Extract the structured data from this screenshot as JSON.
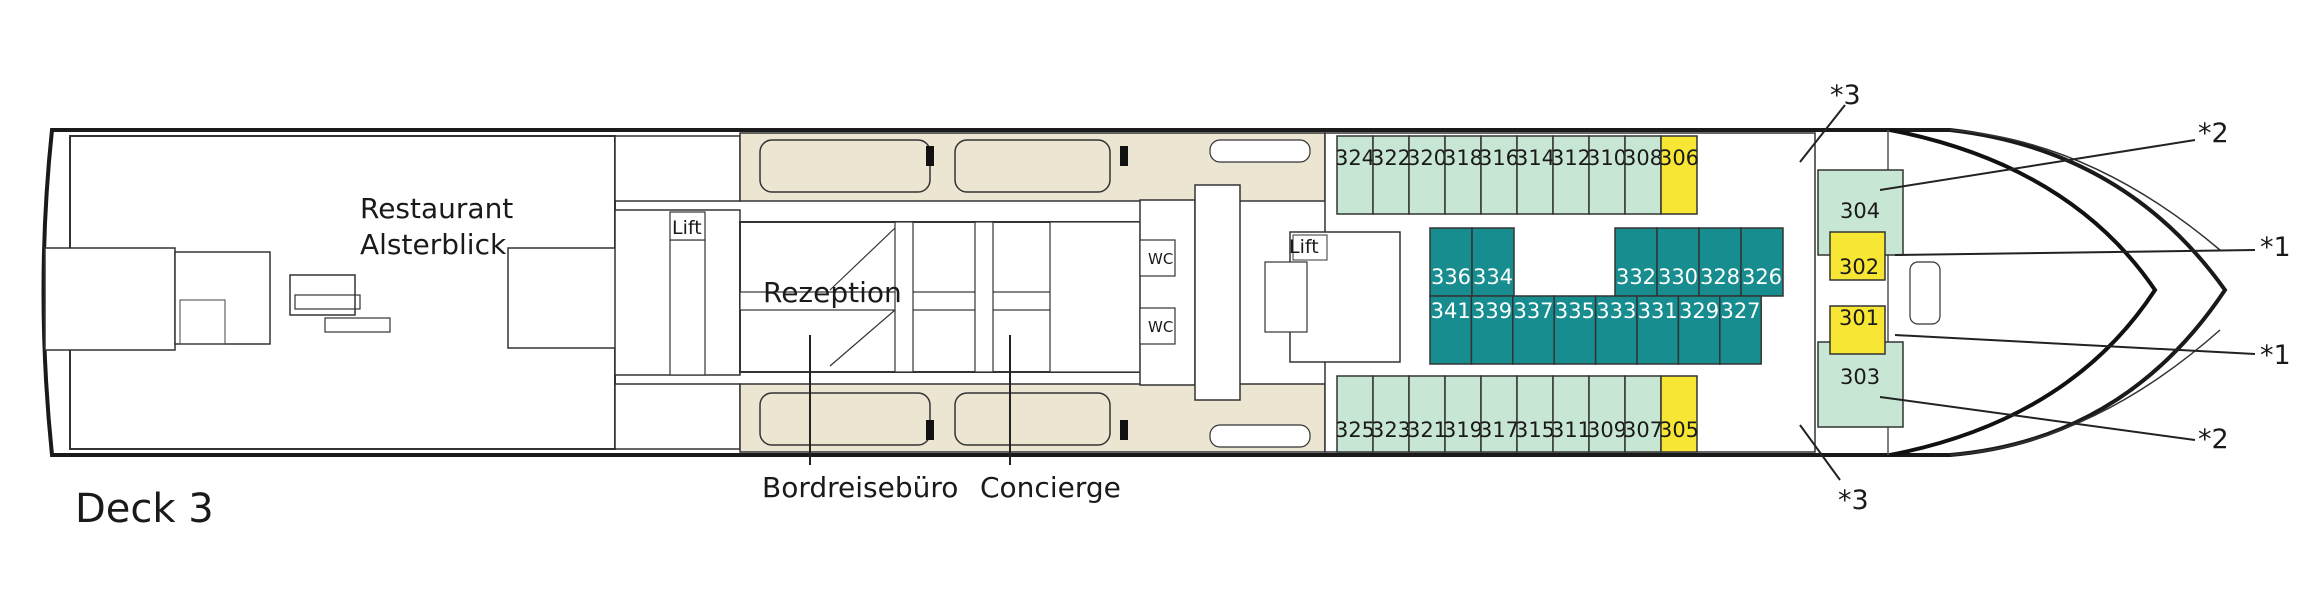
{
  "deck": {
    "title": "Deck 3"
  },
  "areas": {
    "restaurant_line1": "Restaurant",
    "restaurant_line2": "Alsterblick",
    "reception": "Rezeption",
    "travel_office": "Bordreisebüro",
    "concierge": "Concierge",
    "lift": "Lift",
    "wc": "WC"
  },
  "legend_colors": {
    "category_light": "#c8e6d4",
    "category_teal": "#178d8f",
    "category_yellow": "#f7e634",
    "service_beige": "#ece5d2"
  },
  "cabins": {
    "top_row": [
      "324",
      "322",
      "320",
      "318",
      "316",
      "314",
      "312",
      "310",
      "308"
    ],
    "top_yellow": "306",
    "bottom_row": [
      "325",
      "323",
      "321",
      "319",
      "317",
      "315",
      "311",
      "309",
      "307"
    ],
    "bottom_yellow": "305",
    "inner_top": [
      "336",
      "334",
      "332",
      "330",
      "328",
      "326"
    ],
    "inner_bottom": [
      "341",
      "339",
      "337",
      "335",
      "333",
      "331",
      "329",
      "327"
    ],
    "bow_304": "304",
    "bow_303": "303",
    "bow_302": "302",
    "bow_301": "301"
  },
  "annotations": {
    "a306": "*3",
    "a304": "*2",
    "a302": "*1",
    "a301": "*1",
    "a303": "*2",
    "a305": "*3"
  }
}
